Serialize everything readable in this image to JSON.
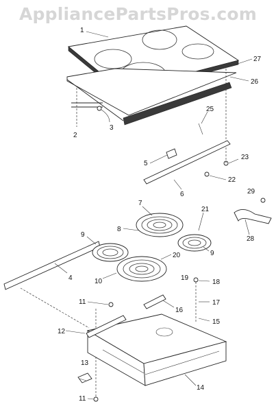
{
  "watermark": "AppliancePartsPros.com",
  "callouts": {
    "c1": "1",
    "c2": "2",
    "c3": "3",
    "c4": "4",
    "c5": "5",
    "c6": "6",
    "c7": "7",
    "c8": "8",
    "c9a": "9",
    "c9b": "9",
    "c10": "10",
    "c11a": "11",
    "c11b": "11",
    "c12": "12",
    "c13": "13",
    "c14": "14",
    "c15": "15",
    "c16": "16",
    "c17": "17",
    "c18": "18",
    "c19": "19",
    "c20": "20",
    "c21": "21",
    "c22": "22",
    "c23": "23",
    "c25": "25",
    "c26": "26",
    "c27": "27",
    "c28": "28",
    "c29": "29"
  }
}
